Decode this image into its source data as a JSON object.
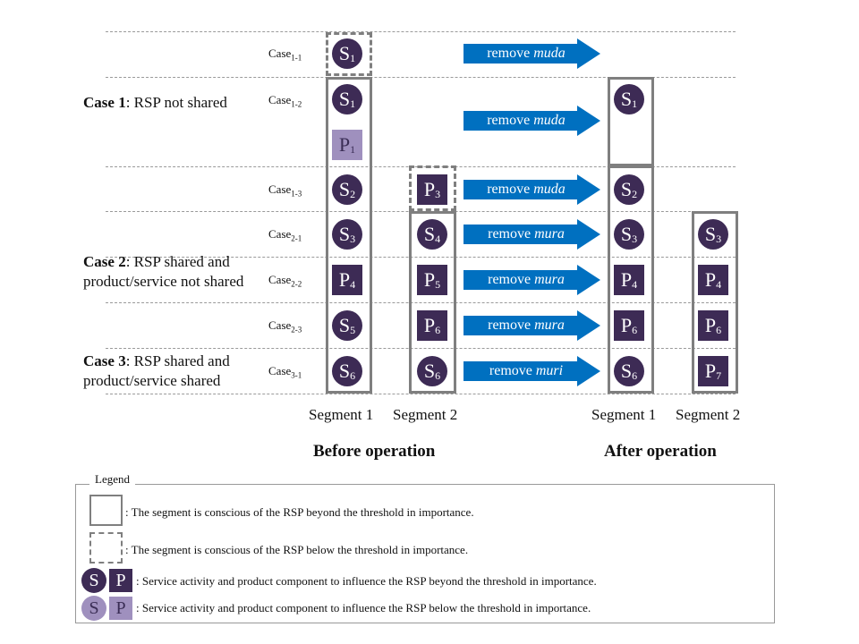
{
  "groups": {
    "case1": {
      "bold": "Case 1",
      "rest": ": RSP not shared"
    },
    "case2": {
      "bold": "Case 2",
      "rest": ": RSP shared and product/service not shared"
    },
    "case3": {
      "bold": "Case 3",
      "rest": ": RSP shared and product/service shared"
    }
  },
  "rows": [
    {
      "main": "Case",
      "sub": "1-1"
    },
    {
      "main": "Case",
      "sub": "1-2"
    },
    {
      "main": "Case",
      "sub": "1-3"
    },
    {
      "main": "Case",
      "sub": "2-1"
    },
    {
      "main": "Case",
      "sub": "2-2"
    },
    {
      "main": "Case",
      "sub": "2-3"
    },
    {
      "main": "Case",
      "sub": "3-1"
    }
  ],
  "arrows": [
    {
      "text": "remove ",
      "em": "muda"
    },
    {
      "text": "remove ",
      "em": "muda"
    },
    {
      "text": "remove ",
      "em": "muda"
    },
    {
      "text": "remove ",
      "em": "mura"
    },
    {
      "text": "remove ",
      "em": "mura"
    },
    {
      "text": "remove ",
      "em": "mura"
    },
    {
      "text": "remove ",
      "em": "muri"
    }
  ],
  "items": {
    "b1_s1a": {
      "letter": "S",
      "sub": "1"
    },
    "b1_s1b": {
      "letter": "S",
      "sub": "1"
    },
    "b1_p1": {
      "letter": "P",
      "sub": "1"
    },
    "b1_s2": {
      "letter": "S",
      "sub": "2"
    },
    "b2_p3": {
      "letter": "P",
      "sub": "3"
    },
    "b1_s3": {
      "letter": "S",
      "sub": "3"
    },
    "b2_s4": {
      "letter": "S",
      "sub": "4"
    },
    "b1_p4": {
      "letter": "P",
      "sub": "4"
    },
    "b2_p5": {
      "letter": "P",
      "sub": "5"
    },
    "b1_s5": {
      "letter": "S",
      "sub": "5"
    },
    "b2_p6": {
      "letter": "P",
      "sub": "6"
    },
    "b1_s6": {
      "letter": "S",
      "sub": "6"
    },
    "b2_s6": {
      "letter": "S",
      "sub": "6"
    },
    "a1_s1": {
      "letter": "S",
      "sub": "1"
    },
    "a1_s2": {
      "letter": "S",
      "sub": "2"
    },
    "a1_s3": {
      "letter": "S",
      "sub": "3"
    },
    "a2_s3": {
      "letter": "S",
      "sub": "3"
    },
    "a1_p4": {
      "letter": "P",
      "sub": "4"
    },
    "a2_p4": {
      "letter": "P",
      "sub": "4"
    },
    "a1_p6": {
      "letter": "P",
      "sub": "6"
    },
    "a2_p6": {
      "letter": "P",
      "sub": "6"
    },
    "a1_s6": {
      "letter": "S",
      "sub": "6"
    },
    "a2_p7": {
      "letter": "P",
      "sub": "7"
    }
  },
  "segments": {
    "before1": "Segment 1",
    "before2": "Segment 2",
    "after1": "Segment 1",
    "after2": "Segment 2"
  },
  "operations": {
    "before": "Before operation",
    "after": "After operation"
  },
  "legend": {
    "title": "Legend",
    "line1": ": The segment is conscious  of the RSP beyond  the threshold  in importance.",
    "line2": ": The segment is conscious  of the RSP below  the threshold  in importance.",
    "line3": ": Service activity and product component to influence the RSP beyond the threshold  in importance.",
    "line4": ": Service activity and product component to influence the RSP below  the threshold  in importance.",
    "s": "S",
    "p": "P"
  },
  "colors": {
    "dark_item": "#3d2b55",
    "light_item": "#9f90be",
    "arrow": "#0070c0",
    "box_border": "#7f7f7f"
  }
}
